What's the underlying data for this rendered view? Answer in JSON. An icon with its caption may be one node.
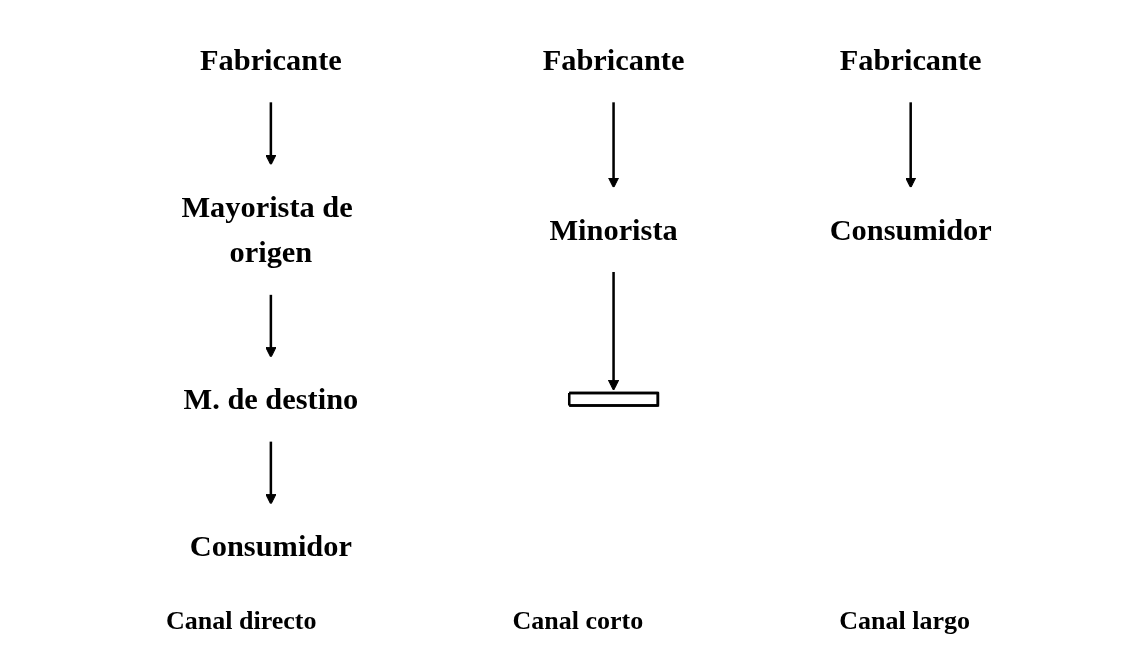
{
  "diagram": {
    "nodes": [
      {
        "text": [
          "Fabricante"
        ]
      },
      {
        "text": [
          "Fabricante"
        ]
      },
      {
        "text": [
          "Fabricante"
        ]
      },
      {
        "text": [
          "Mayorista de origen"
        ]
      },
      {
        "text": [
          "Minorista"
        ]
      },
      {
        "text": [
          "M. de destino"
        ]
      },
      {
        "text": [
          "Consumidor"
        ]
      },
      {
        "text": [],
        "shape": "bar"
      },
      {
        "text": [
          "Consumidor"
        ]
      }
    ],
    "edges": [
      {
        "from": 0,
        "to": 6,
        "arrow": "to"
      },
      {
        "from": 1,
        "to": 4,
        "arrow": "to"
      },
      {
        "from": 4,
        "to": 7,
        "arrow": "to"
      },
      {
        "from": 2,
        "to": 3,
        "arrow": "to"
      },
      {
        "from": 3,
        "to": 5,
        "arrow": "to"
      },
      {
        "from": 5,
        "to": 8,
        "arrow": "to"
      }
    ],
    "labels": [
      "Canal directo",
      "Canal corto",
      "Canal largo"
    ]
  }
}
